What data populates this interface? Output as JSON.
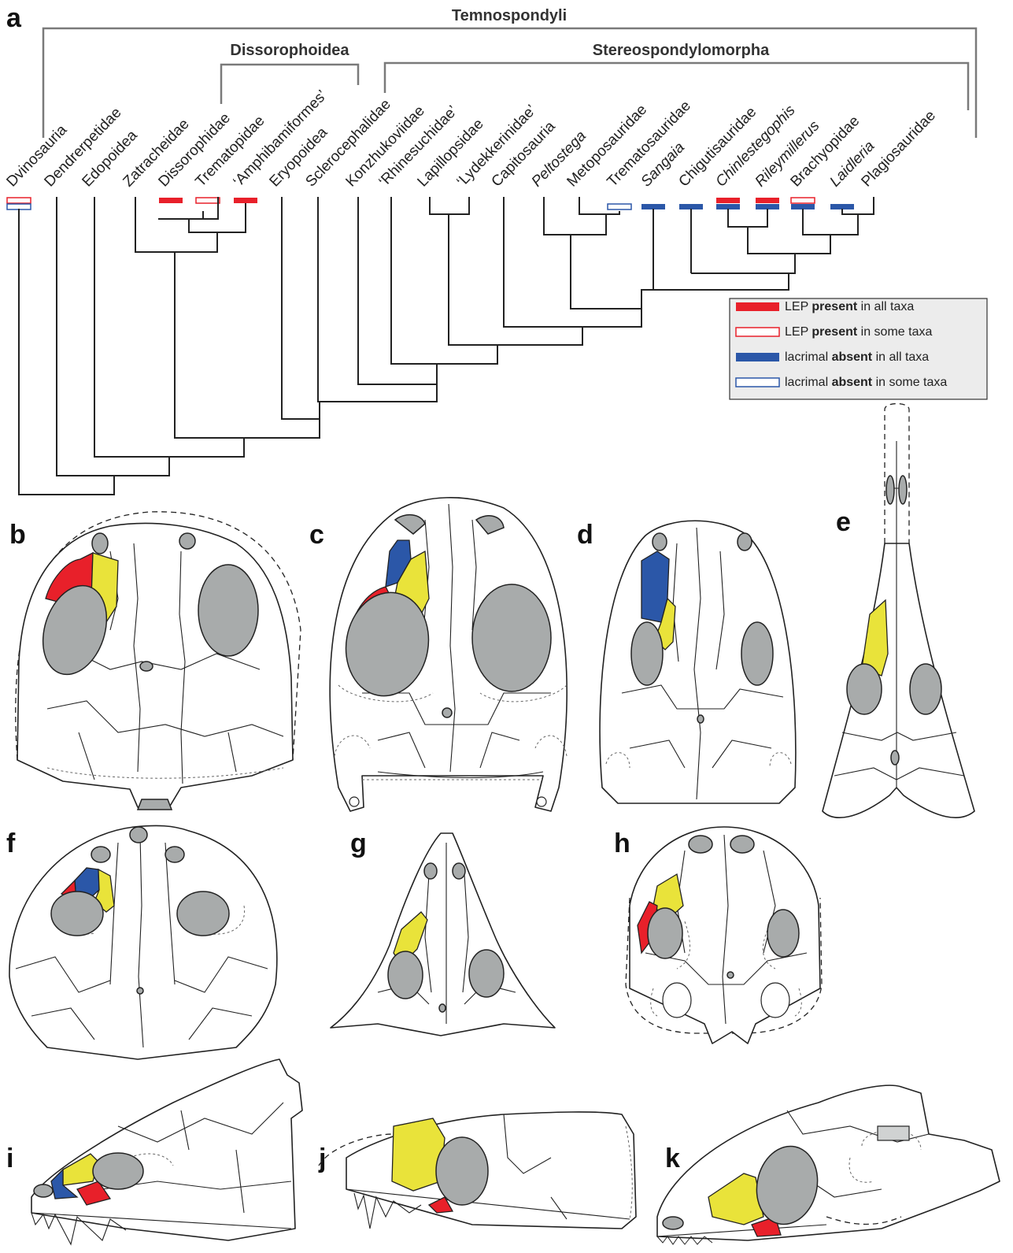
{
  "figure": {
    "panel_labels": [
      "a",
      "b",
      "c",
      "d",
      "e",
      "f",
      "g",
      "h",
      "i",
      "j",
      "k"
    ]
  },
  "clades": {
    "top": "Temnospondyli",
    "left": "Dissorophoidea",
    "right": "Stereospondylomorpha"
  },
  "taxa": [
    {
      "name": "Dvinosauria",
      "italic": false,
      "marker": "both-outline"
    },
    {
      "name": "Dendrerpetidae",
      "italic": false,
      "marker": "none"
    },
    {
      "name": "Edopoidea",
      "italic": false,
      "marker": "none"
    },
    {
      "name": "Zatracheidae",
      "italic": false,
      "marker": "none"
    },
    {
      "name": "Dissorophidae",
      "italic": false,
      "marker": "red-solid"
    },
    {
      "name": "Trematopidae",
      "italic": false,
      "marker": "red-outline"
    },
    {
      "name": "‘Amphibamiformes’",
      "italic": false,
      "marker": "red-solid"
    },
    {
      "name": "Eryopoidea",
      "italic": false,
      "marker": "none"
    },
    {
      "name": "Sclerocephalidae",
      "italic": false,
      "marker": "none"
    },
    {
      "name": "Konzhukoviidae",
      "italic": false,
      "marker": "none"
    },
    {
      "name": "‘Rhinesuchidae’",
      "italic": false,
      "marker": "none"
    },
    {
      "name": "Lapillopsidae",
      "italic": false,
      "marker": "none"
    },
    {
      "name": "‘Lydekkerinidae’",
      "italic": false,
      "marker": "none"
    },
    {
      "name": "Capitosauria",
      "italic": false,
      "marker": "none"
    },
    {
      "name": "Peltostega",
      "italic": true,
      "marker": "none"
    },
    {
      "name": "Metoposauridae",
      "italic": false,
      "marker": "none"
    },
    {
      "name": "Trematosauridae",
      "italic": false,
      "marker": "blue-outline"
    },
    {
      "name": "Sangaia",
      "italic": true,
      "marker": "blue-solid"
    },
    {
      "name": "Chigutisauridae",
      "italic": false,
      "marker": "blue-solid"
    },
    {
      "name": "Chinlestegophis",
      "italic": true,
      "marker": "red-blue-solid"
    },
    {
      "name": "Rileymillerus",
      "italic": true,
      "marker": "red-blue-solid"
    },
    {
      "name": "Brachyopidae",
      "italic": false,
      "marker": "red-outline-blue-solid"
    },
    {
      "name": "Laidleria",
      "italic": true,
      "marker": "blue-solid"
    },
    {
      "name": "Plagiosauridae",
      "italic": false,
      "marker": "none"
    }
  ],
  "legend": [
    {
      "pre": "LEP ",
      "bold": "present",
      "post": " in all taxa",
      "swatch": "red-solid"
    },
    {
      "pre": "LEP ",
      "bold": "present",
      "post": " in some taxa",
      "swatch": "red-outline"
    },
    {
      "pre": "lacrimal ",
      "bold": "absent",
      "post": " in all taxa",
      "swatch": "blue-solid"
    },
    {
      "pre": "lacrimal ",
      "bold": "absent",
      "post": " in some taxa",
      "swatch": "blue-outline"
    }
  ],
  "colors": {
    "lep_red": "#e8202a",
    "lacrimal_blue": "#2b57a8",
    "prefrontal_yellow": "#e9e33a",
    "orbit_grey": "#a8abab",
    "bracket_grey": "#7a7a7a",
    "legend_bg": "#ececec"
  }
}
